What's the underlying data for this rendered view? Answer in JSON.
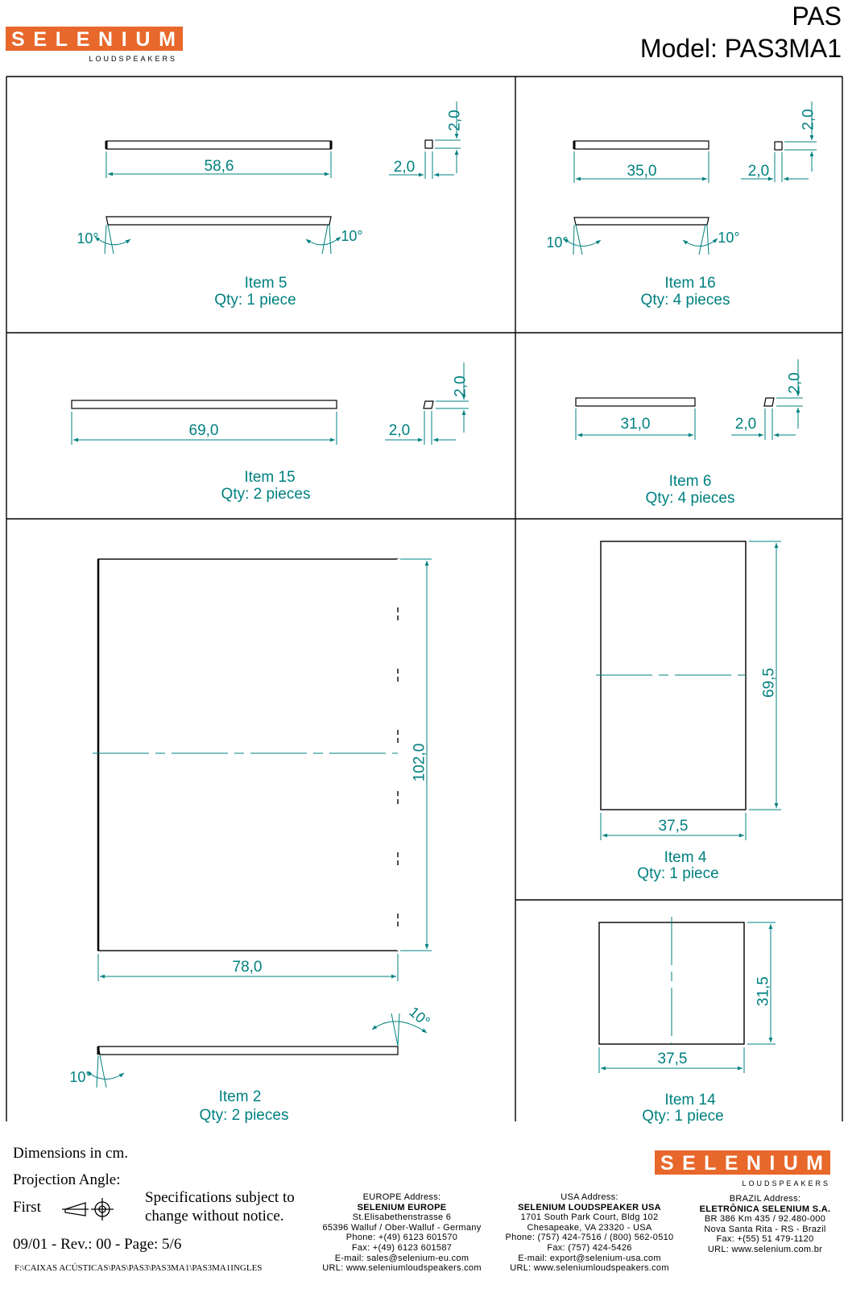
{
  "header": {
    "title": "PAS",
    "model": "Model: PAS3MA1"
  },
  "logo": {
    "word": "SELENIUM",
    "sub": "LOUDSPEAKERS"
  },
  "items": [
    {
      "id": "item5",
      "name": "Item 5",
      "qty": "Qty: 1 piece",
      "length": "58,6",
      "thickness": "2,0",
      "width": "2,0",
      "angle_left": "10°",
      "angle_right": "10°"
    },
    {
      "id": "item16",
      "name": "Item 16",
      "qty": "Qty: 4 pieces",
      "length": "35,0",
      "thickness": "2,0",
      "width": "2,0",
      "angle_left": "10°",
      "angle_right": "10°"
    },
    {
      "id": "item15",
      "name": "Item 15",
      "qty": "Qty: 2 pieces",
      "length": "69,0",
      "thickness": "2,0",
      "width": "2,0"
    },
    {
      "id": "item6",
      "name": "Item 6",
      "qty": "Qty: 4 pieces",
      "length": "31,0",
      "thickness": "2,0",
      "width": "2,0"
    },
    {
      "id": "item2",
      "name": "Item 2",
      "qty": "Qty: 2 pieces",
      "width": "78,0",
      "height": "102,0",
      "angle_left": "10°",
      "angle_right": "10°"
    },
    {
      "id": "item4",
      "name": "Item 4",
      "qty": "Qty: 1 piece",
      "width": "37,5",
      "height": "69,5"
    },
    {
      "id": "item14",
      "name": "Item 14",
      "qty": "Qty: 1 piece",
      "width": "37,5",
      "height": "31,5"
    }
  ],
  "footer": {
    "dimensions": "Dimensions in cm.",
    "projection": "Projection Angle:",
    "projection_value": "First",
    "spec_line1": "Specifications subject to",
    "spec_line2": "change without notice.",
    "revision": "09/01 - Rev.: 00 - Page: 5/6",
    "path": "F:\\CAIXAS ACÚSTICAS\\PAS\\PAS3\\PAS3MA1\\PAS3MA1INGLES",
    "europe": {
      "label": "EUROPE Address:",
      "company": "SELENIUM EUROPE",
      "lines": [
        "St.Elisabethenstrasse 6",
        "65396 Walluf / Ober-Walluf - Germany",
        "Phone: +(49) 6123 601570",
        "Fax: +(49) 6123 601587",
        "E-mail: sales@selenium-eu.com",
        "URL: www.seleniumloudspeakers.com"
      ]
    },
    "usa": {
      "label": "USA Address:",
      "company": "SELENIUM LOUDSPEAKER USA",
      "lines": [
        "1701 South Park Court, Bldg 102",
        "Chesapeake, VA 23320 - USA",
        "Phone: (757) 424-7516 / (800) 562-0510",
        "Fax: (757) 424-5426",
        "E-mail: export@selenium-usa.com",
        "URL: www.seleniumloudspeakers.com"
      ]
    },
    "brazil": {
      "label": "BRAZIL Address:",
      "company": "ELETRÔNICA SELENIUM S.A.",
      "lines": [
        "BR 386 Km 435 / 92.480-000",
        "Nova Santa Rita - RS - Brazil",
        "Fax: +(55) 51 479-1120",
        "URL: www.selenium.com.br"
      ]
    }
  },
  "colors": {
    "dimension": "#008080",
    "logo": "#e8672a",
    "line": "#000000"
  }
}
